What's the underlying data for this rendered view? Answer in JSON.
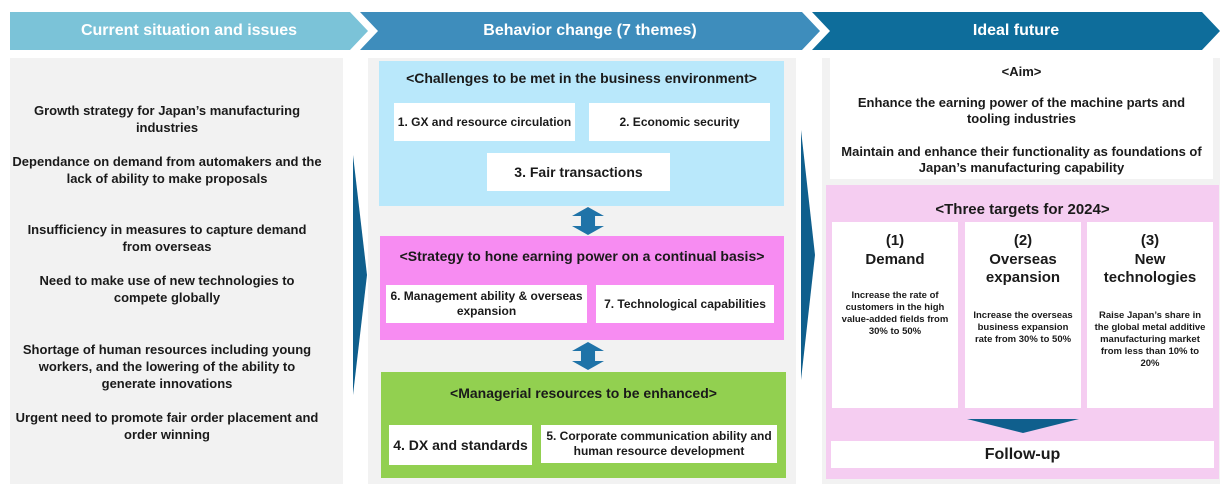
{
  "headers": {
    "current": "Current situation and issues",
    "behavior": "Behavior change (7 themes)",
    "ideal": "Ideal future"
  },
  "issues": [
    "Growth strategy for Japan’s manufacturing industries",
    "Dependance on demand from automakers and the lack of ability to make proposals",
    "Insufficiency in measures to capture demand from overseas",
    "Need to make use of new technologies to compete globally",
    "Shortage of human resources including young workers, and the lowering of the ability to generate innovations",
    "Urgent need to promote fair order placement and order winning"
  ],
  "behavior": {
    "challenges": {
      "title": "<Challenges to be met in the business environment>",
      "items": [
        "1. GX and resource circulation",
        "2. Economic security",
        "3. Fair transactions"
      ]
    },
    "strategy": {
      "title": "<Strategy to hone earning power on a continual basis>",
      "items": [
        "6. Management ability & overseas expansion",
        "7. Technological capabilities"
      ]
    },
    "resources": {
      "title": "<Managerial resources to be enhanced>",
      "items": [
        "4. DX and standards",
        "5. Corporate communication ability and human resource development"
      ]
    }
  },
  "ideal": {
    "aim": {
      "title": "<Aim>",
      "line1": "Enhance the earning power of the machine parts and tooling industries",
      "line2": "Maintain and enhance their functionality as foundations of Japan’s manufacturing capability"
    },
    "targets": {
      "title": "<Three targets for 2024>",
      "items": [
        {
          "num": "(1)",
          "name": "Demand",
          "desc": "Increase the rate of customers in the high value-added fields from 30% to 50%"
        },
        {
          "num": "(2)",
          "name": "Overseas expansion",
          "desc": "Increase the overseas business expansion rate from 30% to 50%"
        },
        {
          "num": "(3)",
          "name": "New technologies",
          "desc": "Raise Japan’s share in the global metal additive manufacturing market from less than 10% to 20%"
        }
      ]
    },
    "followup": "Follow-up"
  }
}
